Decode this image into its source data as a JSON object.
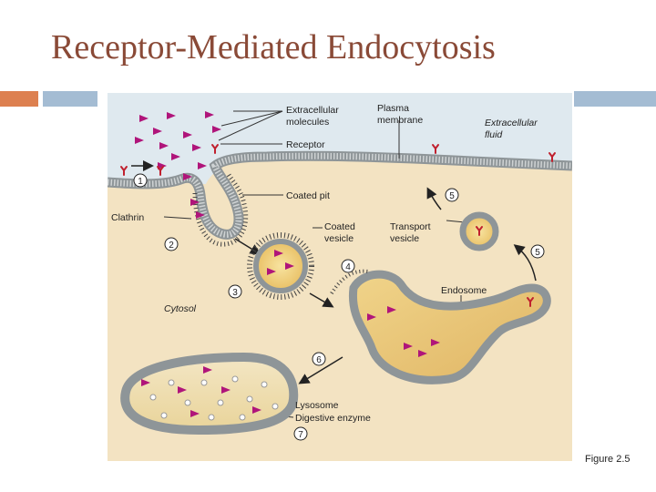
{
  "slide": {
    "title": "Receptor-Mediated Endocytosis",
    "figure_caption": "Figure 2.5"
  },
  "diagram": {
    "labels": {
      "extracellular_molecules": [
        "Extracellular",
        "molecules"
      ],
      "plasma_membrane": [
        "Plasma",
        "membrane"
      ],
      "extracellular_fluid": [
        "Extracellular",
        "fluid"
      ],
      "receptor": "Receptor",
      "coated_pit": "Coated pit",
      "clathrin": "Clathrin",
      "coated_vesicle": [
        "Coated",
        "vesicle"
      ],
      "transport_vesicle": [
        "Transport",
        "vesicle"
      ],
      "cytosol": "Cytosol",
      "endosome": "Endosome",
      "lysosome": "Lysosome",
      "digestive_enzyme": "Digestive enzyme"
    },
    "steps": [
      "1",
      "2",
      "3",
      "4",
      "5",
      "5",
      "6",
      "7"
    ]
  },
  "colors": {
    "title": "#8a4a37",
    "accent_orange": "#dd8050",
    "accent_blue": "#a4bcd3",
    "extracellular_fluid": "#dfe9ef",
    "cytosol": "#f3e3c2",
    "membrane": "#8e9598",
    "molecule": "#b0157a",
    "receptor": "#c0202e",
    "vesicle_fill": "#f2d27a"
  }
}
